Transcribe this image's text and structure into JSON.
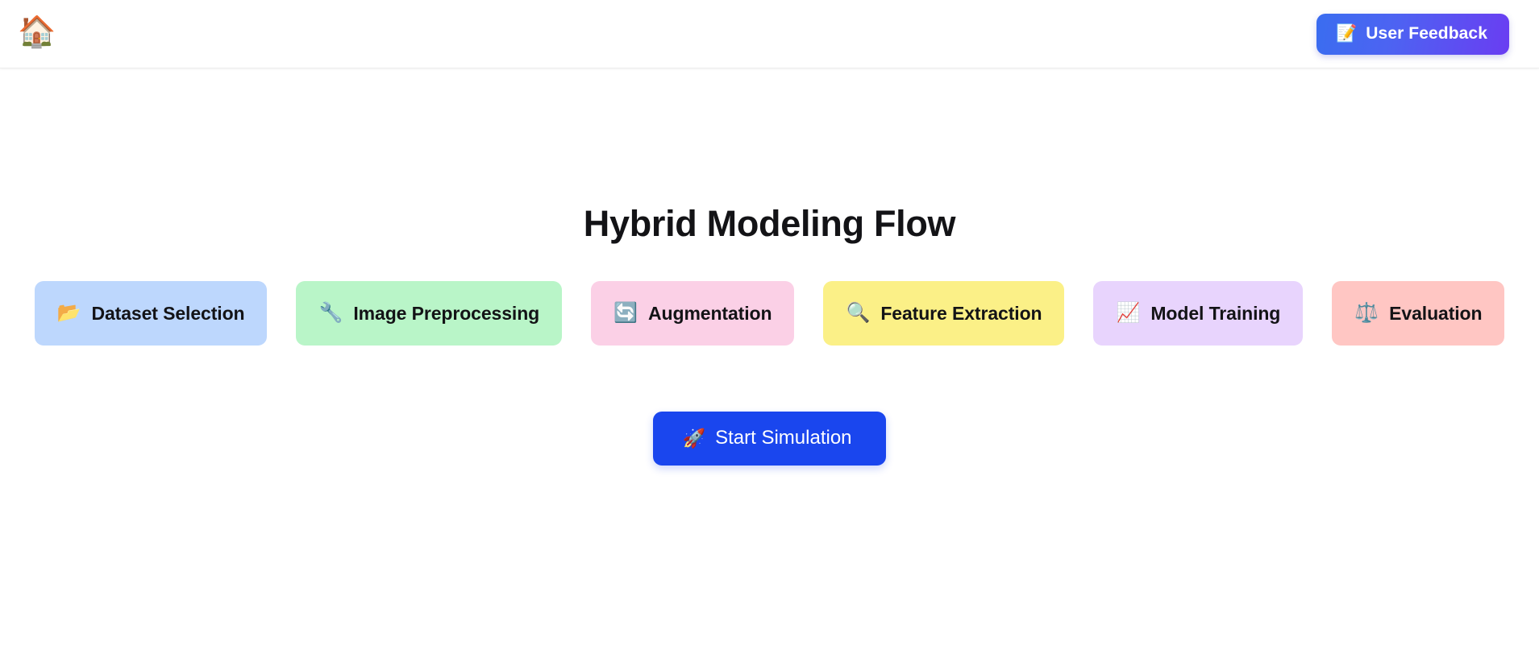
{
  "header": {
    "home_icon": "🏠",
    "feedback_button": {
      "icon": "📝",
      "label": "User Feedback"
    }
  },
  "main": {
    "title": "Hybrid Modeling Flow",
    "stages": [
      {
        "icon": "📂",
        "label": "Dataset Selection",
        "bg": "#bdd7fd"
      },
      {
        "icon": "🔧",
        "label": "Image Preprocessing",
        "bg": "#b9f5c8"
      },
      {
        "icon": "🔄",
        "label": "Augmentation",
        "bg": "#fbd0e6"
      },
      {
        "icon": "🔍",
        "label": "Feature Extraction",
        "bg": "#fbf087"
      },
      {
        "icon": "📈",
        "label": "Model Training",
        "bg": "#e8d4fd"
      },
      {
        "icon": "⚖️",
        "label": "Evaluation",
        "bg": "#ffc6c3"
      }
    ],
    "start_button": {
      "icon": "🚀",
      "label": "Start Simulation",
      "color": "#1a46ee"
    }
  },
  "theme": {
    "page_bg": "#ffffff",
    "text_color": "#131316",
    "feedback_gradient_from": "#3a6df0",
    "feedback_gradient_to": "#6a3df2"
  }
}
